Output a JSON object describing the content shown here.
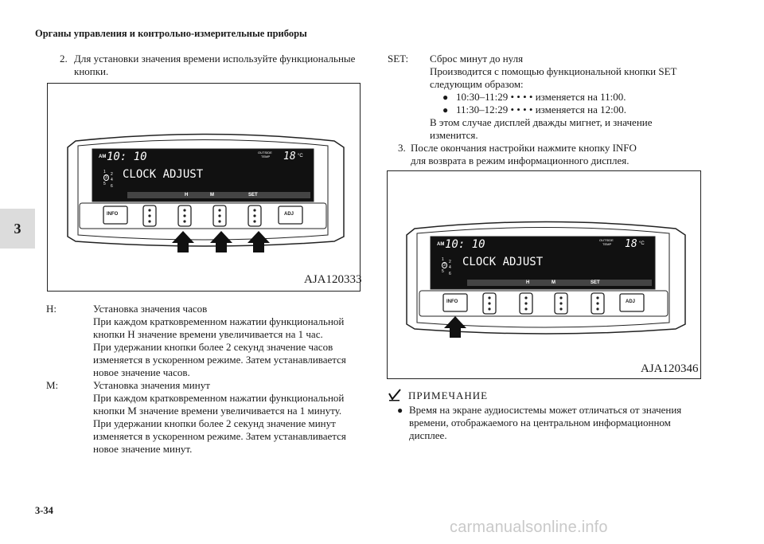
{
  "header": {
    "section_title": "Органы управления и контрольно-измерительные приборы"
  },
  "chapter_tab": "3",
  "page_number": "3-34",
  "footer_url": "carmanualsonline.info",
  "left": {
    "step2_number": "2.",
    "step2_lines": [
      "Для установки значения времени используйте функциональные",
      "кнопки."
    ],
    "figure1": {
      "label": "AJA120333",
      "display": {
        "am": "AM",
        "time": "10: 10",
        "outside": "OUTSIDE",
        "temp_label": "TEMP",
        "temp": "18",
        "unit": "°C",
        "message": "CLOCK ADJUST",
        "preset_numbers": [
          "1",
          "2",
          "3",
          "4",
          "5",
          "6"
        ],
        "soft_labels": [
          "H",
          "M",
          "SET"
        ]
      },
      "buttons": {
        "info": "INFO",
        "adj": "ADJ"
      }
    },
    "h_key": "H:",
    "h_lines": [
      "Установка значения часов",
      "При каждом кратковременном нажатии функциональной",
      "кнопки H значение времени увеличивается на 1 час.",
      "При удержании кнопки более 2 секунд значение часов",
      "изменяется в ускоренном режиме. Затем устанавливается",
      "новое значение часов."
    ],
    "m_key": "M:",
    "m_lines": [
      "Установка значения минут",
      "При каждом кратковременном нажатии функциональной",
      "кнопки M значение времени увеличивается на 1 минуту.",
      "При удержании кнопки более 2 секунд значение минут",
      "изменяется в ускоренном режиме. Затем устанавливается",
      "новое значение минут."
    ]
  },
  "right": {
    "set_key": "SET:",
    "set_line1": "Сброс минут до нуля",
    "set_line2": "Производится с помощью функциональной кнопки SET",
    "set_line3": "следующим образом:",
    "bullet1": "10:30‒11:29 • • • • изменяется на 11:00.",
    "bullet2": "11:30‒12:29 • • • • изменяется на 12:00.",
    "set_line4": "В этом случае дисплей дважды мигнет, и значение",
    "set_line5": "изменится.",
    "step3_number": "3.",
    "step3_lines": [
      "После окончания настройки нажмите кнопку INFO",
      "для возврата в режим информационного дисплея."
    ],
    "figure2": {
      "label": "AJA120346",
      "display": {
        "am": "AM",
        "time": "10: 10",
        "outside": "OUTSIDE",
        "temp_label": "TEMP",
        "temp": "18",
        "unit": "°C",
        "message": "CLOCK ADJUST",
        "preset_numbers": [
          "1",
          "2",
          "3",
          "4",
          "5",
          "6"
        ],
        "soft_labels": [
          "H",
          "M",
          "SET"
        ]
      },
      "buttons": {
        "info": "INFO",
        "adj": "ADJ"
      }
    },
    "note_title": "ПРИМЕЧАНИЕ",
    "note_lines": [
      "Время на экране аудиосистемы может отличаться от значения",
      "времени, отображаемого на центральном информационном",
      "дисплее."
    ]
  }
}
